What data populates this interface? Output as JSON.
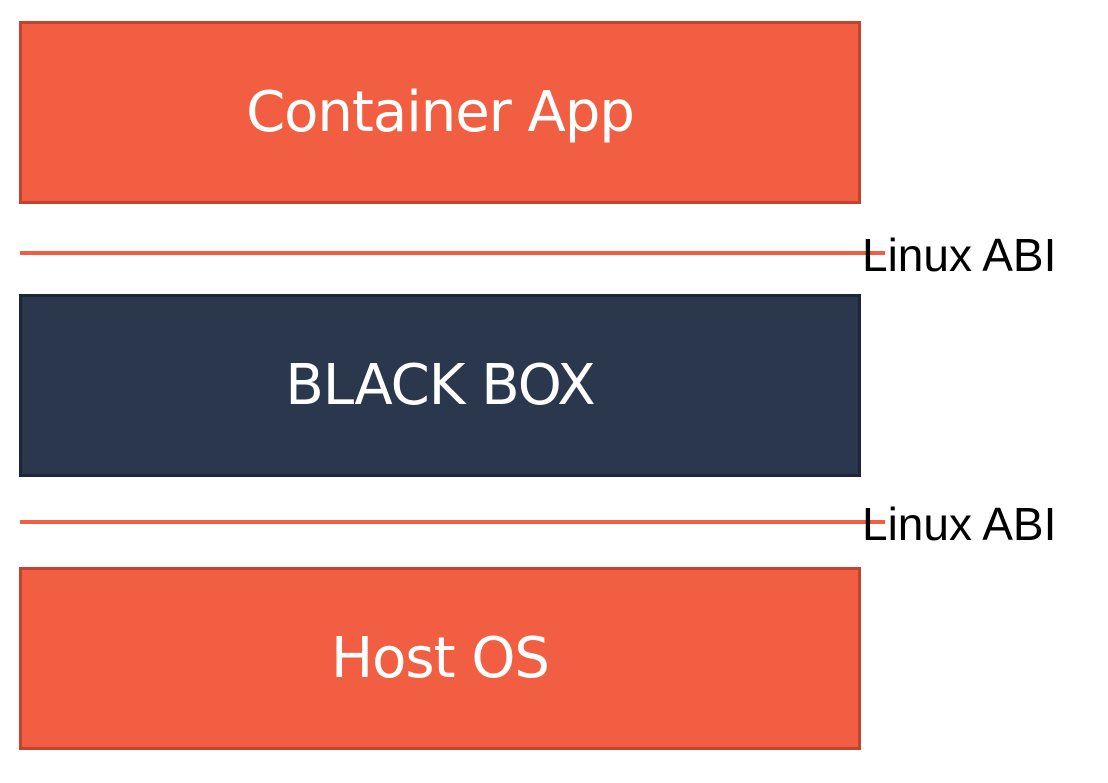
{
  "diagram": {
    "layers": [
      {
        "label": "Container App",
        "color": "#f15e42"
      },
      {
        "label": "BLACK BOX",
        "color": "#2a374c"
      },
      {
        "label": "Host OS",
        "color": "#f15e42"
      }
    ],
    "interfaces": [
      {
        "label": "Linux ABI",
        "color": "#f15e42"
      },
      {
        "label": "Linux ABI",
        "color": "#f15e42"
      }
    ]
  }
}
